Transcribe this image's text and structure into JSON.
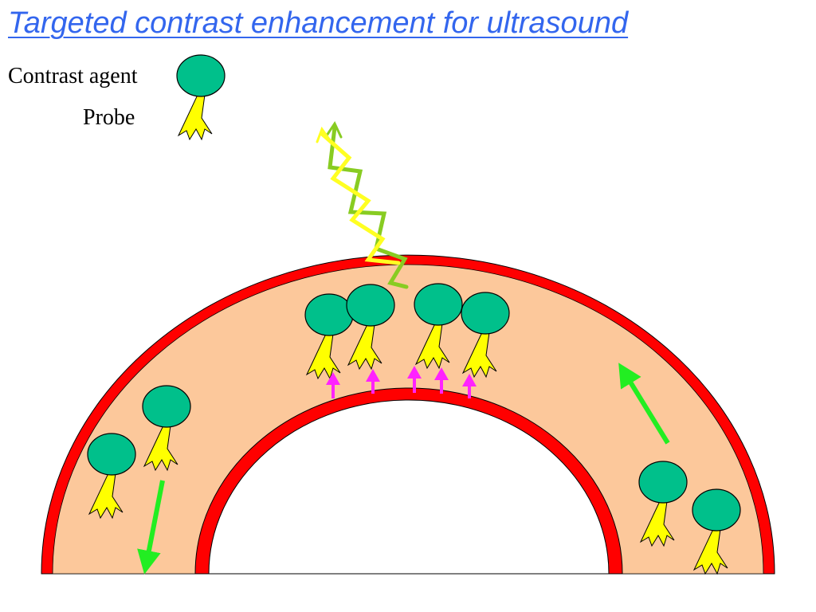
{
  "title": "Targeted contrast enhancement for ultrasound",
  "legend": {
    "contrast_agent_label": "Contrast agent",
    "probe_label": "Probe"
  },
  "colors": {
    "title": "#3366ee",
    "vessel_wall": "#ff0000",
    "vessel_lumen": "#fcc89b",
    "contrast_agent": "#00c08b",
    "probe": "#ffff00",
    "flow_arrow": "#22ee22",
    "binding_arrow": "#ff22ff",
    "wave_yellow": "#ffff22",
    "wave_green": "#88cc22"
  },
  "icons": {
    "contrast_agent": "contrast-agent-bubble-icon",
    "probe": "probe-ligand-icon",
    "binding": "binding-arrow-icon",
    "flow": "flow-direction-arrow-icon",
    "echo": "ultrasound-echo-wave-icon"
  }
}
